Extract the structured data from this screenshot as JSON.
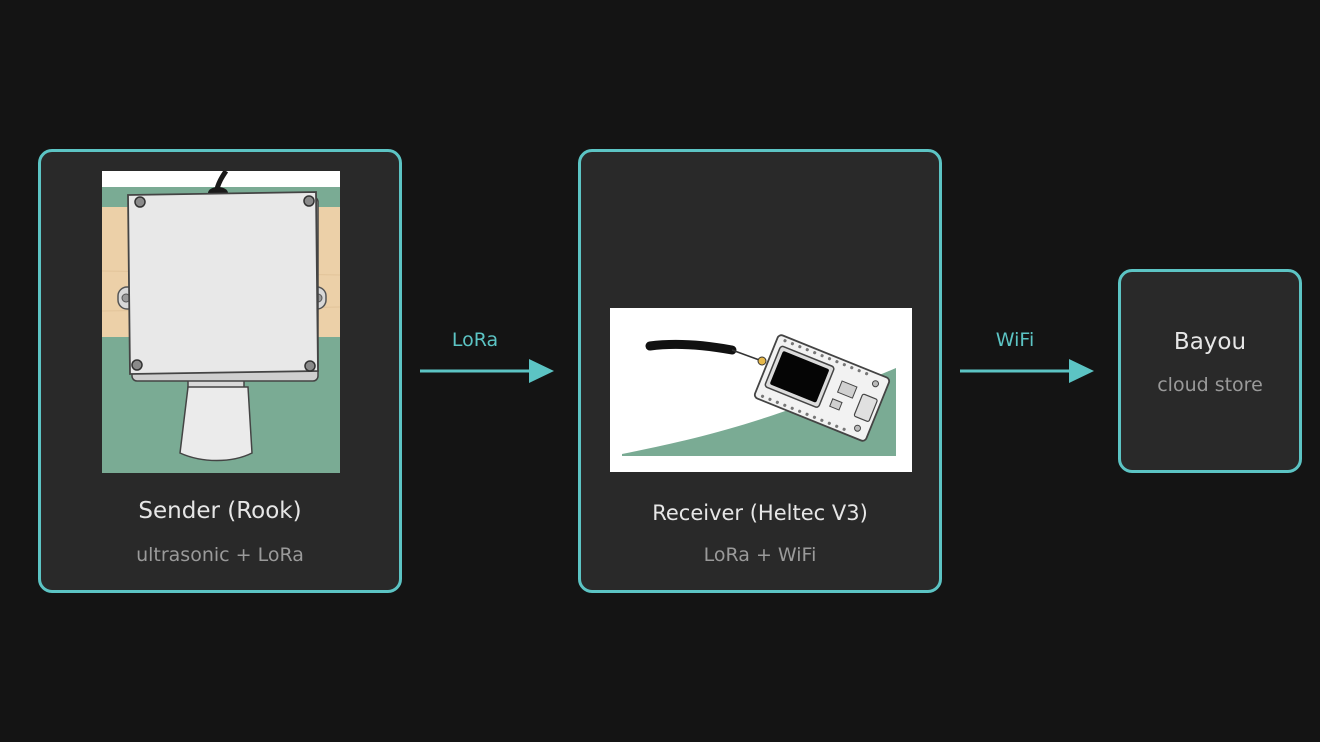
{
  "colors": {
    "background": "#141414",
    "node_fill": "#292929",
    "accent": "#5cc4c4",
    "title_text": "#e6e6e6",
    "subtitle_text": "#9a9a9a"
  },
  "nodes": [
    {
      "title": "Sender (Rook)",
      "subtitle": "ultrasonic + LoRa",
      "illustration": "ultrasonic-sensor-enclosure"
    },
    {
      "title": "Receiver (Heltec V3)",
      "subtitle": "LoRa + WiFi",
      "illustration": "heltec-lora-board-with-antenna"
    },
    {
      "title": "Bayou",
      "subtitle": "cloud store"
    }
  ],
  "edges": [
    {
      "from": "Sender (Rook)",
      "to": "Receiver (Heltec V3)",
      "label": "LoRa"
    },
    {
      "from": "Receiver (Heltec V3)",
      "to": "Bayou",
      "label": "WiFi"
    }
  ]
}
